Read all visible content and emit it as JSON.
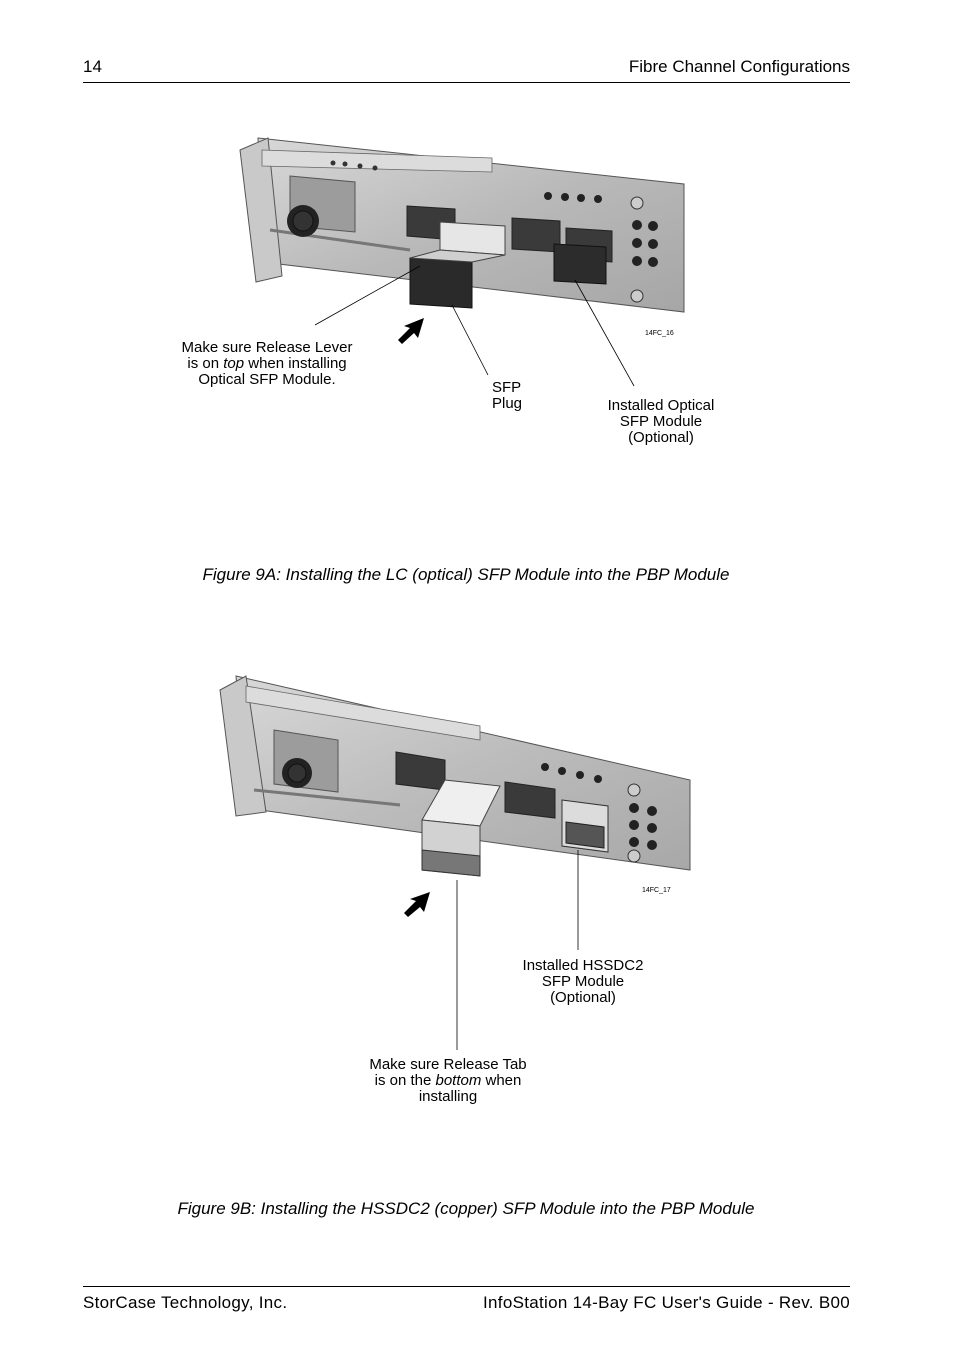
{
  "header": {
    "page_number": "14",
    "section_title": "Fibre Channel Configurations"
  },
  "figure_a": {
    "tag": "14FC_16",
    "callout_release_lever": {
      "line1": "Make sure Release Lever",
      "line2_pre": "is on ",
      "line2_em": "top",
      "line2_post": " when installing",
      "line3": "Optical SFP Module."
    },
    "callout_plug": {
      "line1": "SFP",
      "line2": "Plug"
    },
    "callout_installed": {
      "line1": "Installed Optical",
      "line2": "SFP Module",
      "line3": "(Optional)"
    },
    "caption": "Figure 9A:  Installing the LC (optical) SFP Module into the PBP Module"
  },
  "figure_b": {
    "tag": "14FC_17",
    "callout_installed": {
      "line1": "Installed HSSDC2",
      "line2": "SFP Module",
      "line3": "(Optional)"
    },
    "callout_release_tab": {
      "line1": "Make sure Release Tab",
      "line2_pre": "is on the ",
      "line2_em": "bottom",
      "line2_post": " when",
      "line3": "installing"
    },
    "caption": "Figure 9B:  Installing the HSSDC2 (copper) SFP Module into the PBP Module"
  },
  "footer": {
    "company": "StorCase Technology, Inc.",
    "guide": "InfoStation 14-Bay FC User's Guide - Rev. B00"
  }
}
